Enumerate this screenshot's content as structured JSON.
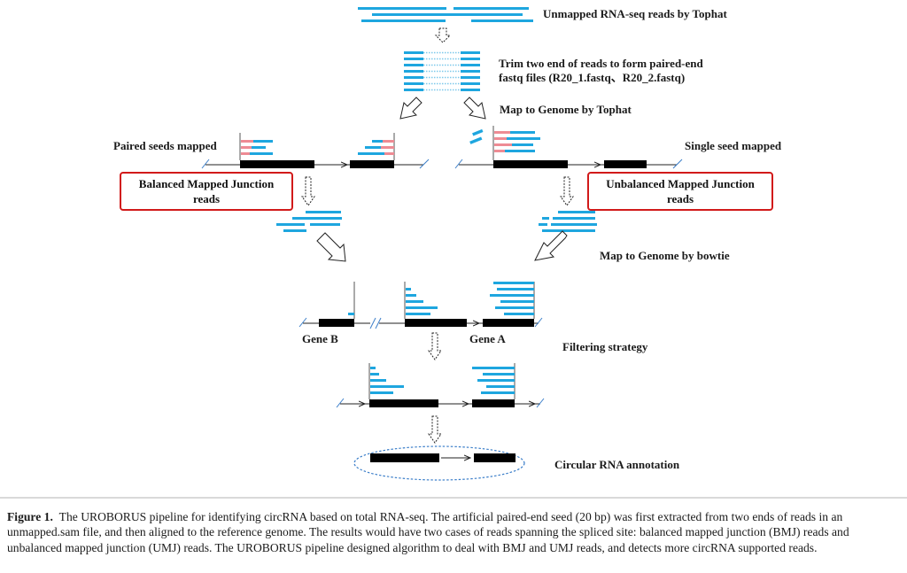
{
  "labels": {
    "unmapped": "Unmapped RNA-seq reads by Tophat",
    "trim_line1": "Trim two end of reads to form paired-end",
    "trim_line2": "fastq files (R20_1.fastq、R20_2.fastq)",
    "map_tophat": "Map to Genome by Tophat",
    "paired_seeds": "Paired seeds mapped",
    "single_seed": "Single seed mapped",
    "bmj_line1": "Balanced Mapped Junction",
    "bmj_line2": "reads",
    "umj_line1": "Unbalanced Mapped Junction",
    "umj_line2": "reads",
    "map_bowtie": "Map to Genome by bowtie",
    "gene_b": "Gene B",
    "gene_a": "Gene A",
    "filtering": "Filtering strategy",
    "circ_annotation": "Circular RNA annotation"
  },
  "caption": {
    "label": "Figure 1.",
    "text": "The UROBORUS pipeline for identifying circRNA based on total RNA-seq. The artificial paired-end seed (20 bp) was first extracted from two ends of reads in an unmapped.sam file, and then aligned to the reference genome. The results would have two cases of reads spanning the spliced site: balanced mapped junction (BMJ) reads and unbalanced mapped junction (UMJ) reads. The UROBORUS pipeline designed algorithm to deal with BMJ and UMJ reads, and detects more circRNA supported reads."
  },
  "colors": {
    "read": "#1ea6df",
    "seed": "#ee8b94",
    "exon": "#000000",
    "highlight_box": "#d11a1a",
    "circle": "#3b7ec9"
  }
}
